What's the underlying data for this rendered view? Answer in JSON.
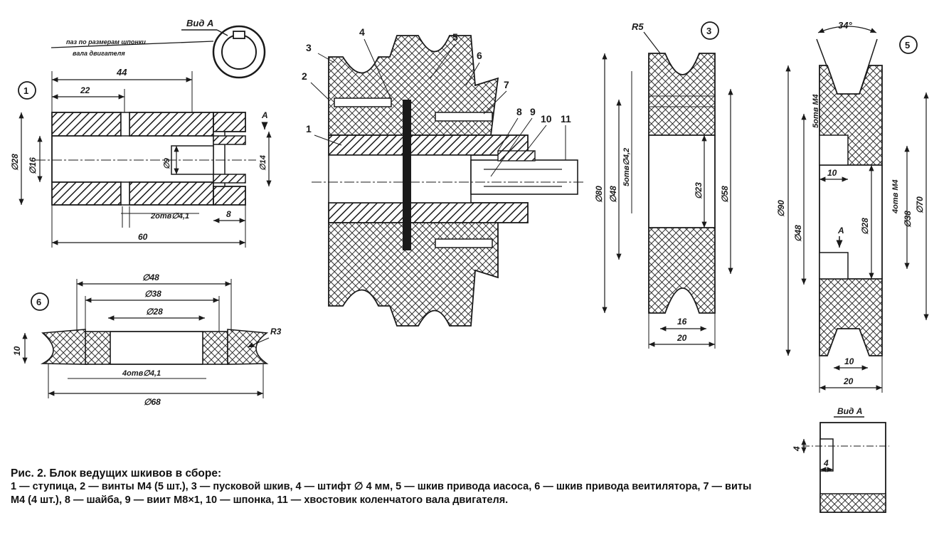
{
  "caption": {
    "title": "Рис. 2. Блок ведущих шкивов в сборе:",
    "text": "1 — ступица, 2 — винты М4 (5 шт.), 3 — пусковой шкив, 4 — штифт ∅ 4 мм, 5 — шкив привода иасоса, 6 — шкив привода веитилятора, 7 — виты М4 (4 шт.), 8 — шайба, 9 — виит М8×1, 10 — шпонка, 11 — хвостовик коленчатого вала двигателя."
  },
  "view_a_top": {
    "title": "Вид А",
    "note1": "паз по размерам шпонки",
    "note2": "вала двигателя"
  },
  "part1": {
    "circle": "1",
    "dims": [
      "44",
      "22",
      "60",
      "8",
      "∅28",
      "∅16",
      "∅9",
      "∅14",
      "2отв∅4,1"
    ],
    "arrow": "А"
  },
  "assembly": {
    "labels": [
      "1",
      "2",
      "3",
      "4",
      "5",
      "6",
      "7",
      "8",
      "9",
      "10",
      "11"
    ]
  },
  "part3": {
    "circle": "3",
    "dims": [
      "R5",
      "∅80",
      "∅48",
      "5отв∅4,2",
      "∅23",
      "∅58",
      "16",
      "20"
    ]
  },
  "part5": {
    "circle": "5",
    "dims": [
      "34°",
      "5отв М4",
      "∅90",
      "∅48",
      "10",
      "∅28",
      "4отв М4",
      "∅38",
      "∅70",
      "10",
      "20"
    ],
    "arrow": "А"
  },
  "part6": {
    "circle": "6",
    "dims": [
      "∅48",
      "∅38",
      "∅28",
      "10",
      "R3",
      "4отв∅4,1",
      "∅68"
    ]
  },
  "view_a_bottom": {
    "title": "Вид А",
    "dims": [
      "4",
      "4"
    ]
  },
  "colors": {
    "ink": "#1a1a1a",
    "paper": "#ffffff"
  }
}
